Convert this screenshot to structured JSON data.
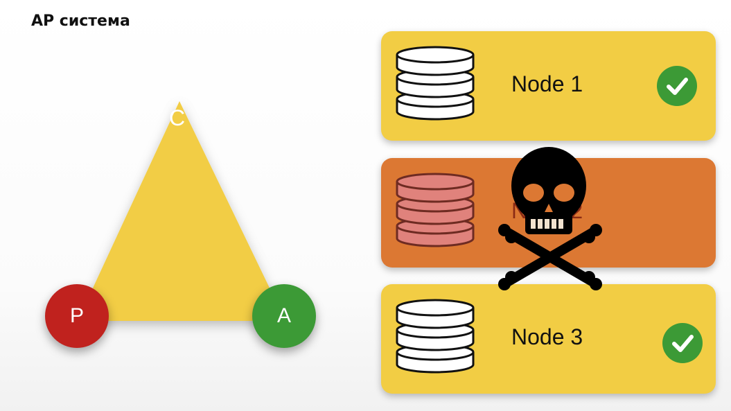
{
  "title": "AP система",
  "triangle": {
    "vertices": [
      {
        "id": "C",
        "label": "C"
      },
      {
        "id": "P",
        "label": "P",
        "color": "#c0221e"
      },
      {
        "id": "A",
        "label": "A",
        "color": "#3c9a36"
      }
    ],
    "fill_color": "#f2cd44"
  },
  "nodes": [
    {
      "label": "Node 1",
      "status": "ok",
      "color": "#f2cd44",
      "icon": "database-icon",
      "status_icon": "check-icon"
    },
    {
      "label": "Node 2",
      "status": "failed",
      "color": "#dc7833",
      "icon": "database-icon",
      "status_icon": "skull-crossbones-icon"
    },
    {
      "label": "Node 3",
      "status": "ok",
      "color": "#f2cd44",
      "icon": "database-icon",
      "status_icon": "check-icon"
    }
  ]
}
